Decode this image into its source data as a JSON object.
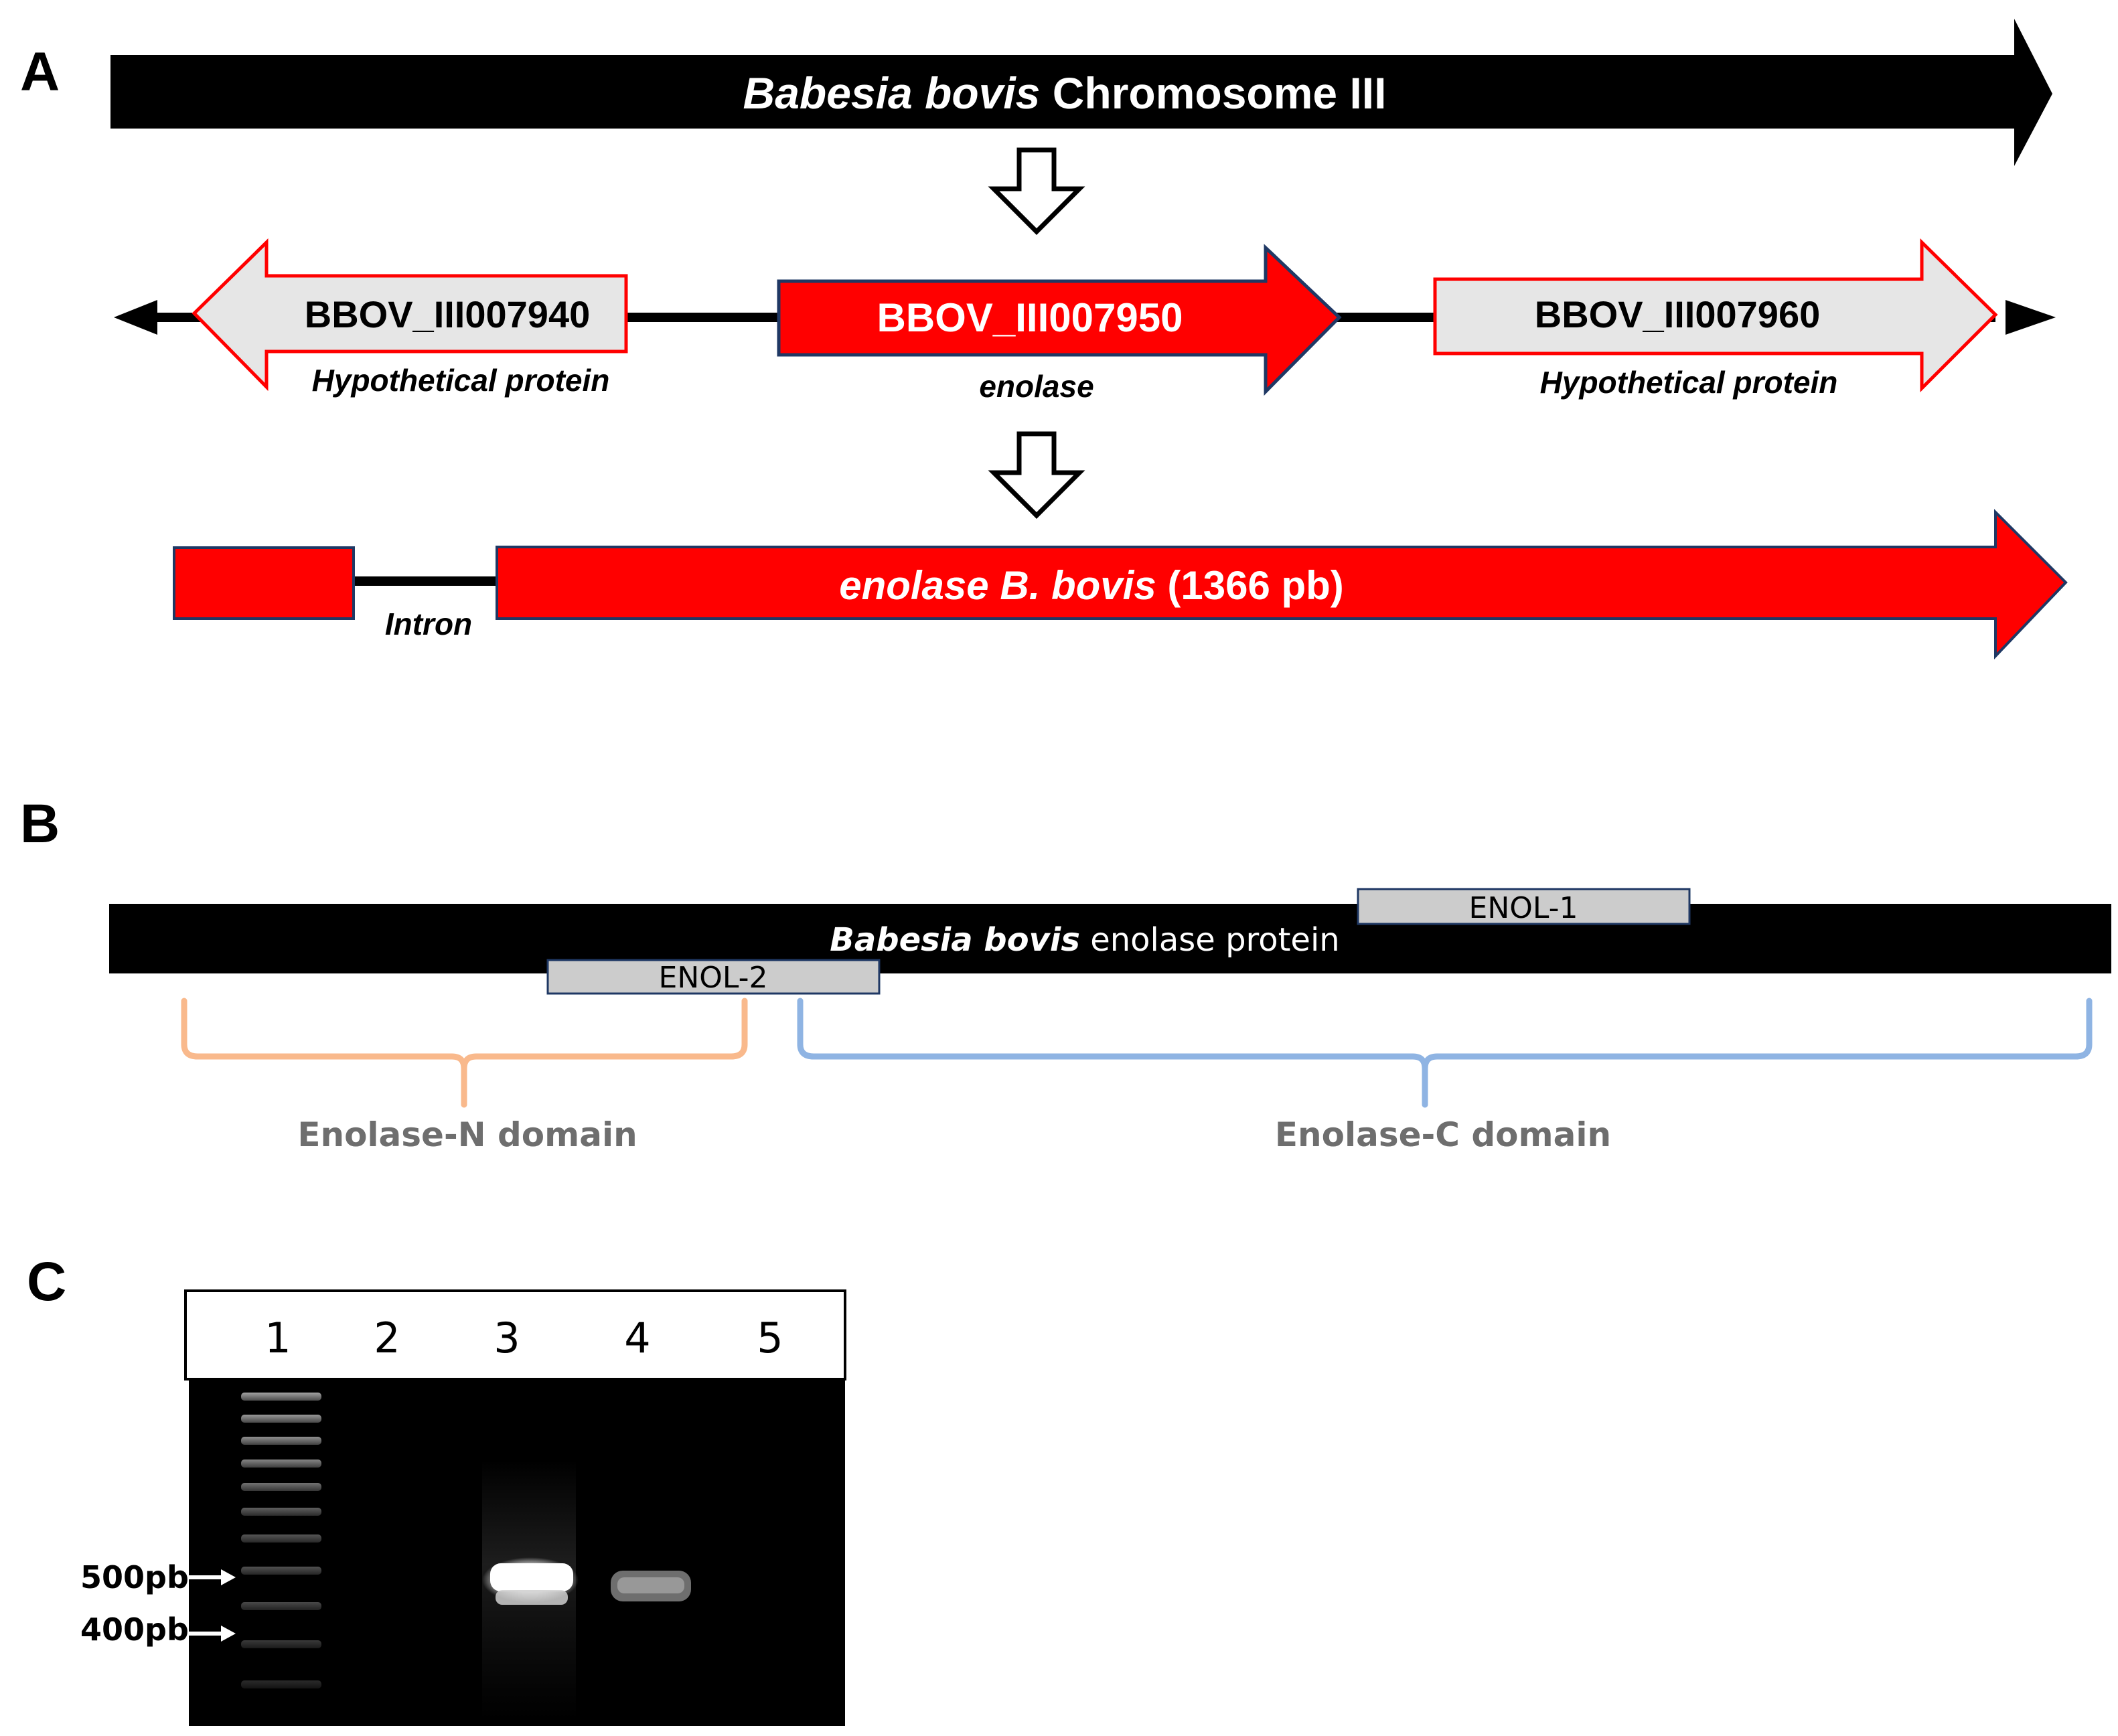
{
  "panel_a": {
    "label": "A",
    "chromosome": {
      "species": "Babesia bovis",
      "name": " Chromosome III"
    },
    "genes": [
      {
        "id": "BBOV_III007940",
        "description": "Hypothetical protein"
      },
      {
        "id": "BBOV_III007950",
        "description": "enolase"
      },
      {
        "id": "BBOV_III007960",
        "description": "Hypothetical protein"
      }
    ],
    "intron_label": "Intron",
    "cds": {
      "name": "enolase B. bovis",
      "length": " (1366 pb)"
    }
  },
  "panel_b": {
    "label": "B",
    "protein": {
      "species": "Babesia bovis",
      "name": " enolase protein"
    },
    "epitopes": [
      "ENOL-1",
      "ENOL-2"
    ],
    "domains": [
      {
        "name": "Enolase-N domain",
        "color": "#f9b98c"
      },
      {
        "name": "Enolase-C domain",
        "color": "#8fb4e3"
      }
    ]
  },
  "panel_c": {
    "label": "C",
    "lanes": [
      "1",
      "2",
      "3",
      "4",
      "5"
    ],
    "markers": [
      "500pb",
      "400pb"
    ]
  },
  "colors": {
    "gene_red": "#ff0000",
    "gene_grey": "#e6e6e6",
    "epitope_grey": "#cccccc"
  }
}
